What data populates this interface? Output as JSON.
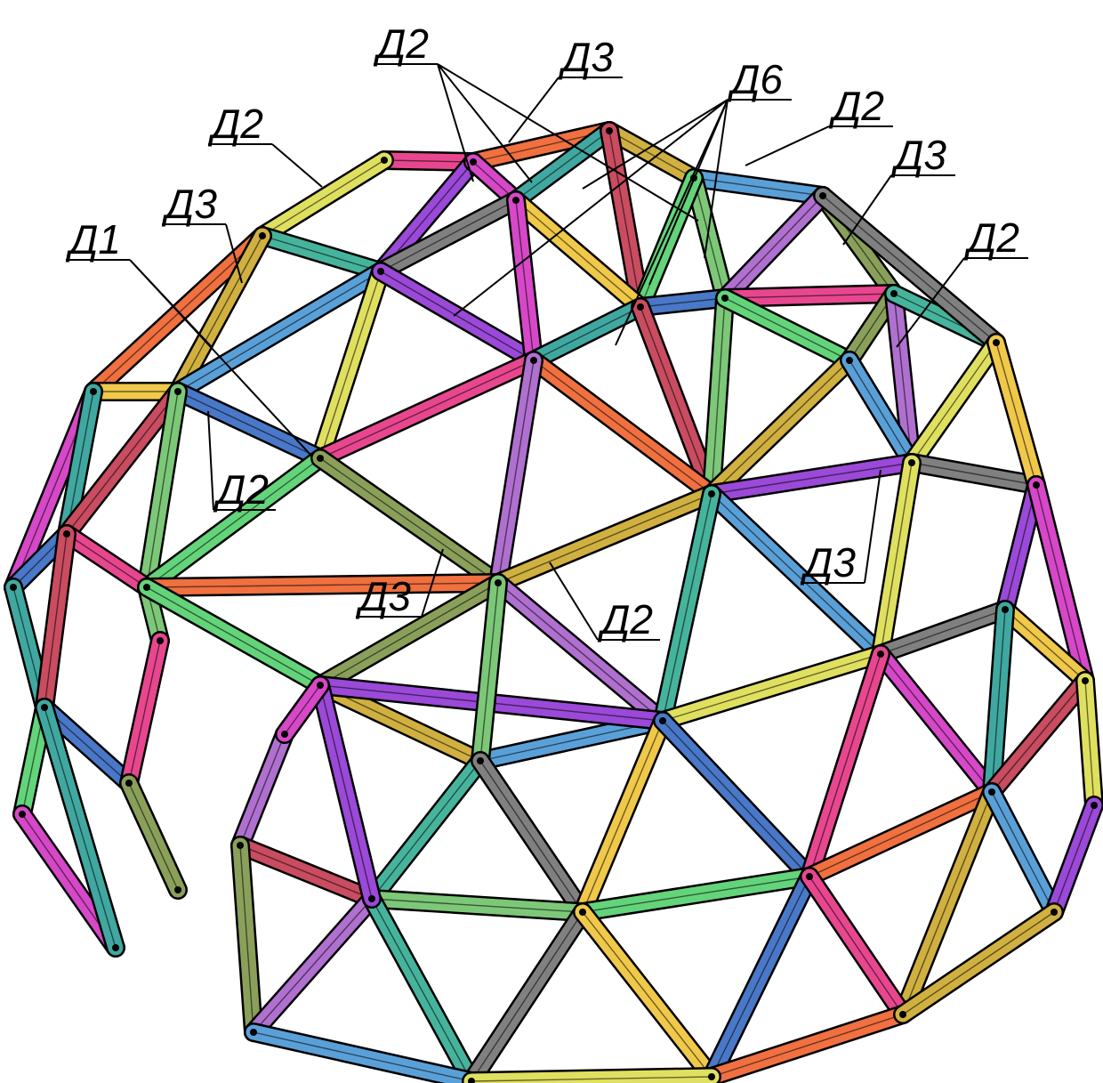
{
  "diagram": {
    "callouts": [
      {
        "id": "c-d2-top",
        "text": "Д2"
      },
      {
        "id": "c-d3-top",
        "text": "Д3"
      },
      {
        "id": "c-d6-top",
        "text": "Д6"
      },
      {
        "id": "c-d2-right-top",
        "text": "Д2"
      },
      {
        "id": "c-d3-right",
        "text": "Д3"
      },
      {
        "id": "c-d2-right",
        "text": "Д2"
      },
      {
        "id": "c-d2-left-top",
        "text": "Д2"
      },
      {
        "id": "c-d3-left-top",
        "text": "Д3"
      },
      {
        "id": "c-d1-left",
        "text": "Д1"
      },
      {
        "id": "c-d2-left-mid",
        "text": "Д2"
      },
      {
        "id": "c-d3-center",
        "text": "Д3"
      },
      {
        "id": "c-d2-center",
        "text": "Д2"
      },
      {
        "id": "c-d3-right-mid",
        "text": "Д3"
      }
    ],
    "strut_palette": [
      "#e8478f",
      "#9b49d8",
      "#63d47a",
      "#f0c84a",
      "#5aa0d8",
      "#c94c60",
      "#46b49c",
      "#f07040",
      "#d648c8",
      "#8aa05a",
      "#4a78c8",
      "#e0e060",
      "#7cc878",
      "#808080",
      "#d0b040",
      "#40a8a0",
      "#b070d0"
    ]
  }
}
